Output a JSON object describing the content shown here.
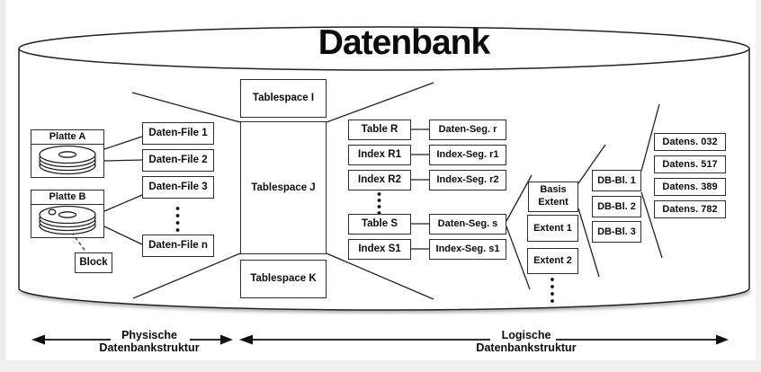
{
  "title": "Datenbank",
  "physical": {
    "disks": [
      {
        "label": "Platte A"
      },
      {
        "label": "Platte B"
      }
    ],
    "block_label": "Block",
    "files": [
      "Daten-File 1",
      "Daten-File 2",
      "Daten-File 3",
      "Daten-File n"
    ]
  },
  "tablespaces": [
    "Tablespace I",
    "Tablespace J",
    "Tablespace K"
  ],
  "tables": [
    "Table R",
    "Index R1",
    "Index R2",
    "Table S",
    "Index S1"
  ],
  "segments": [
    "Daten-Seg. r",
    "Index-Seg. r1",
    "Index-Seg. r2",
    "Daten-Seg. s",
    "Index-Seg. s1"
  ],
  "extents": [
    "Basis Extent",
    "Extent 1",
    "Extent 2"
  ],
  "db_blocks": [
    "DB-Bl. 1",
    "DB-Bl. 2",
    "DB-Bl. 3"
  ],
  "records": [
    "Datens. 032",
    "Datens. 517",
    "Datens. 389",
    "Datens. 782"
  ],
  "axes": {
    "physical": {
      "line1": "Physische",
      "line2": "Datenbankstruktur"
    },
    "logical": {
      "line1": "Logische",
      "line2": "Datenbankstruktur"
    }
  },
  "icons": [
    "disk-stack-icon",
    "disk-sector-marker-icon",
    "vertical-ellipsis-icon",
    "double-arrow-icon"
  ],
  "colors": {
    "line": "#222222",
    "box_border": "#2d2d2d",
    "text": "#0c0c0c",
    "cylinder_shadow": "#8f8f8f",
    "page_edge": "#ebebeb"
  }
}
